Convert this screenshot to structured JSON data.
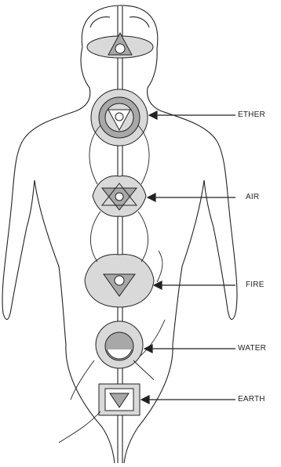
{
  "diagram": {
    "labels": [
      {
        "id": "ether",
        "text": "ETHER"
      },
      {
        "id": "air",
        "text": "AIR"
      },
      {
        "id": "fire",
        "text": "FIRE"
      },
      {
        "id": "water",
        "text": "WATER"
      },
      {
        "id": "earth",
        "text": "EARTH"
      }
    ],
    "colors": {
      "line": "#222222",
      "fill_light": "#d9d9d9",
      "fill_mid": "#a8a8a8",
      "fill_white": "#ffffff"
    }
  }
}
